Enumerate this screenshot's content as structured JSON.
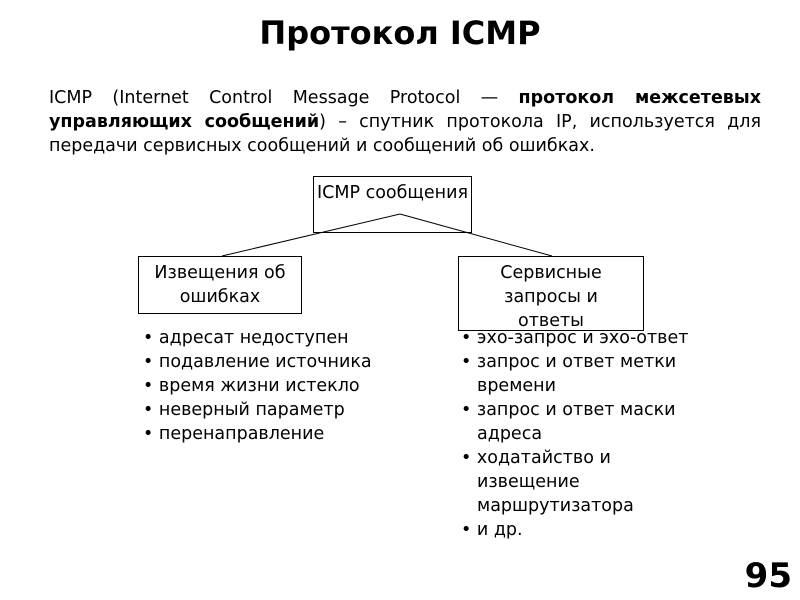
{
  "title": "Протокол ICMP",
  "intro": {
    "p1": "ICMP (Internet Control Message Protocol — ",
    "bold": "протокол межсетевых управляющих сообщений",
    "p2": ") – спутник протокола IP, используется для передачи сервисных сообщений и сообщений об ошибках."
  },
  "diagram": {
    "root": "ICMP сообщения",
    "left": "Извещения об ошибках",
    "right": "Сервисные запросы и ответы"
  },
  "left_items": [
    "адресат недоступен",
    "подавление источника",
    "время жизни истекло",
    "неверный параметр",
    "перенаправление"
  ],
  "right_items": [
    "эхо-запрос и эхо-ответ",
    "запрос и ответ метки времени",
    "запрос и ответ маски адреса",
    "ходатайство и извещение маршрутизатора",
    "и др."
  ],
  "page_number": "95"
}
